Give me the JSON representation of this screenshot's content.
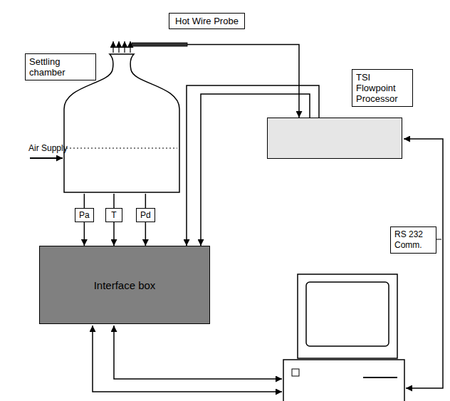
{
  "diagram": {
    "nodes": [
      {
        "text": [
          "Hot Wire Probe"
        ]
      },
      {
        "text": [
          "Settling chamber"
        ]
      },
      {
        "text": [
          "TSI Flowpoint Processor"
        ]
      },
      {
        "text": [
          "Pa"
        ]
      },
      {
        "text": [
          "T"
        ]
      },
      {
        "text": [
          "Pd"
        ]
      },
      {
        "text": [
          "Interface box"
        ]
      },
      {
        "text": [
          "RS 232 Comm."
        ]
      }
    ],
    "edges": [
      {
        "from": 1,
        "to": 3,
        "arrow": "none"
      },
      {
        "from": 1,
        "to": 4,
        "arrow": "none"
      },
      {
        "from": 1,
        "to": 5,
        "arrow": "none"
      },
      {
        "from": 3,
        "to": 6,
        "arrow": "to"
      },
      {
        "from": 4,
        "to": 6,
        "arrow": "to"
      },
      {
        "from": 5,
        "to": 6,
        "arrow": "to"
      },
      {
        "from": 2,
        "to": 6,
        "arrow": "to"
      },
      {
        "from": 2,
        "to": 6,
        "arrow": "to"
      }
    ],
    "labels": [
      "Air Supply"
    ]
  }
}
